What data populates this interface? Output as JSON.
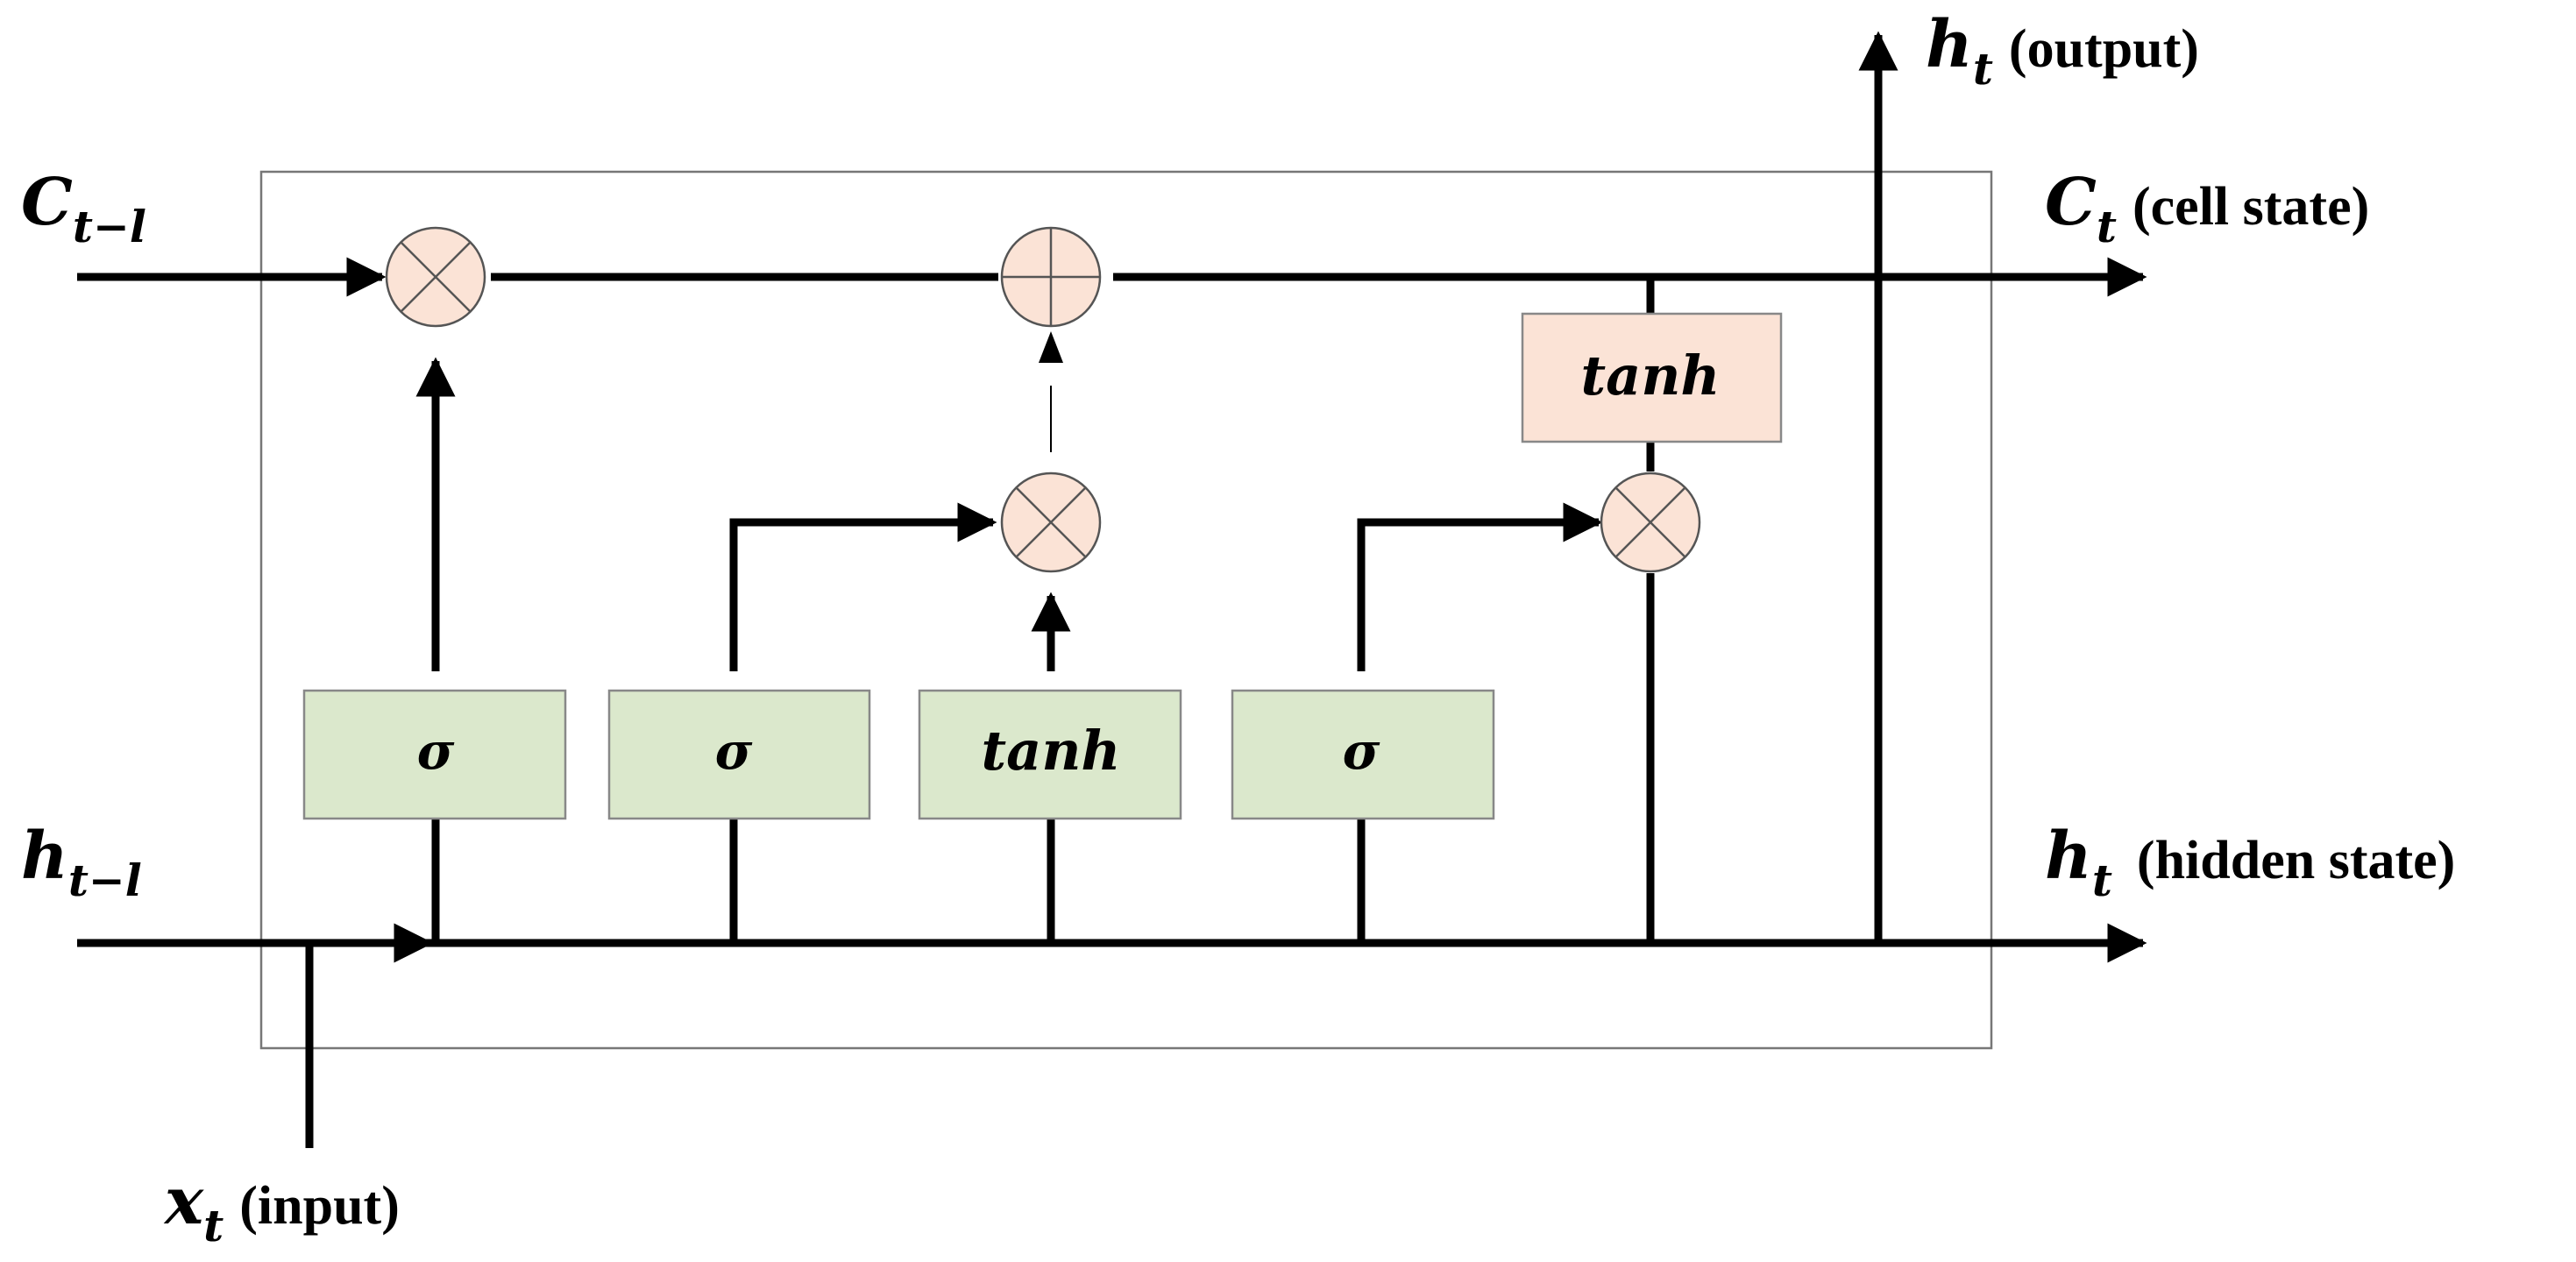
{
  "inputs": {
    "c_prev": {
      "var": "C",
      "sub": "t−l"
    },
    "h_prev": {
      "var": "h",
      "sub": "t−l"
    },
    "x_t": {
      "var": "x",
      "sub": "t",
      "label": "(input)"
    }
  },
  "outputs": {
    "h_output": {
      "var": "h",
      "sub": "t",
      "label": "(output)"
    },
    "c_state": {
      "var": "C",
      "sub": "t",
      "label": "(cell state)"
    },
    "h_hidden": {
      "var": "h",
      "sub": "t",
      "label": "(hidden state)"
    }
  },
  "gates": [
    {
      "label": "σ"
    },
    {
      "label": "σ"
    },
    {
      "label": "tanh"
    },
    {
      "label": "σ"
    }
  ],
  "cell_tanh": {
    "label": "tanh"
  },
  "colors": {
    "gate_fill": "#dbe8cc",
    "tanh_fill": "#fbe3d6",
    "operator_fill": "#fbe3d6",
    "line": "#000000"
  }
}
